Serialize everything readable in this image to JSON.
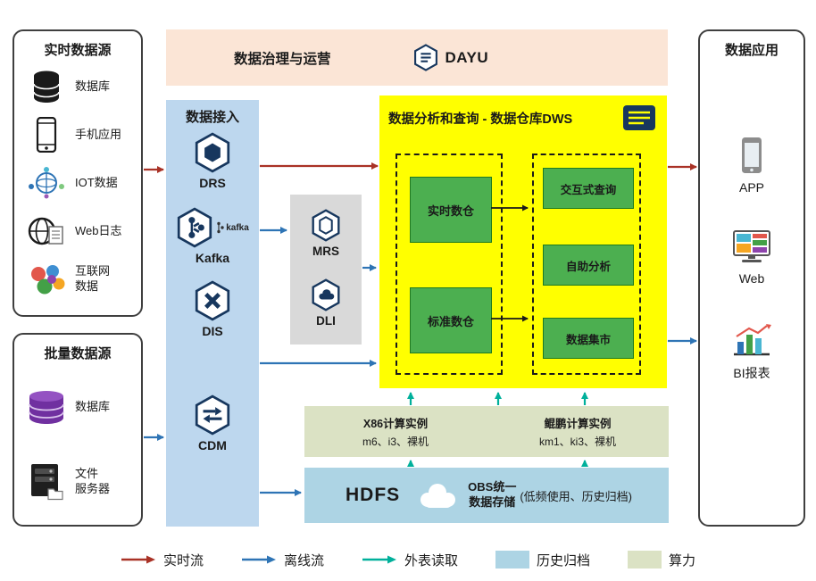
{
  "colors": {
    "flow_realtime": "#a93226",
    "flow_offline": "#2e74b5",
    "flow_external": "#00b09b",
    "flow_internal": "#1a1a1a",
    "archive_fill": "#add4e4",
    "compute_fill": "#dbe2c4",
    "governance_fill": "#fbe5d6",
    "ingest_fill": "#bdd7ee",
    "middleware_fill": "#d9d9d9",
    "dws_fill": "#ffff00",
    "module_green": "#4caf50",
    "icon_navy": "#17375e"
  },
  "governance": {
    "title": "数据治理与运营",
    "logo": "DAYU"
  },
  "realtime_sources": {
    "title": "实时数据源",
    "items": [
      {
        "label": "数据库"
      },
      {
        "label": "手机应用"
      },
      {
        "label": "IOT数据"
      },
      {
        "label": "Web日志"
      },
      {
        "label": "互联网\n数据"
      }
    ]
  },
  "batch_sources": {
    "title": "批量数据源",
    "items": [
      {
        "label": "数据库"
      },
      {
        "label": "文件\n服务器"
      }
    ]
  },
  "ingest": {
    "title": "数据接入",
    "services": [
      {
        "label": "DRS"
      },
      {
        "label": "Kafka",
        "wordmark": "kafka"
      },
      {
        "label": "DIS"
      },
      {
        "label": "CDM"
      }
    ]
  },
  "middleware": {
    "services": [
      {
        "label": "MRS"
      },
      {
        "label": "DLI"
      }
    ]
  },
  "dws": {
    "title": "数据分析和查询 - 数据仓库DWS",
    "left_modules": [
      {
        "label": "实时数仓"
      },
      {
        "label": "标准数仓"
      }
    ],
    "right_modules": [
      {
        "label": "交互式查询"
      },
      {
        "label": "自助分析"
      },
      {
        "label": "数据集市"
      }
    ]
  },
  "compute": {
    "x86_title": "X86计算实例",
    "x86_specs": "m6、i3、裸机",
    "kunpeng_title": "鲲鹏计算实例",
    "kunpeng_specs": "km1、ki3、裸机"
  },
  "storage": {
    "hdfs": "HDFS",
    "obs": "OBS统一\n数据存储",
    "note": "(低频使用、历史归档)"
  },
  "apps": {
    "title": "数据应用",
    "items": [
      {
        "label": "APP"
      },
      {
        "label": "Web"
      },
      {
        "label": "BI报表"
      }
    ]
  },
  "legend": {
    "realtime": "实时流",
    "offline": "离线流",
    "external": "外表读取",
    "archive": "历史归档",
    "compute": "算力"
  }
}
